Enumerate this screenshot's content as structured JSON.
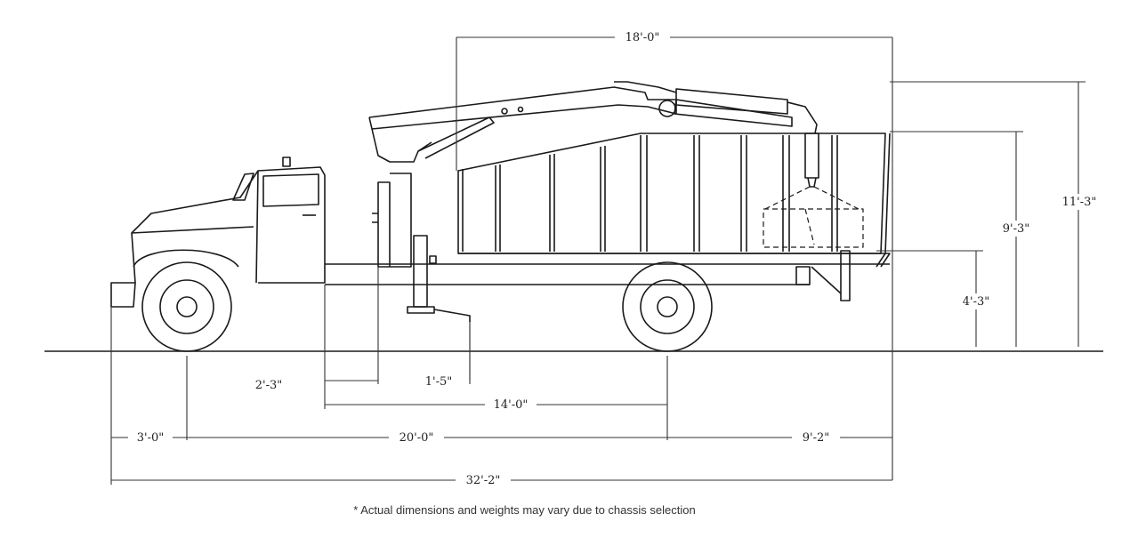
{
  "dimensions": {
    "body_length": "18'-0\"",
    "overall_height": "11'-3\"",
    "body_height": "9'-3\"",
    "frame_height": "4'-3\"",
    "cab_to_crane": "2'-3\"",
    "outrigger_offset": "1'-5\"",
    "cab_to_axle": "14'-0\"",
    "front_overhang": "3'-0\"",
    "wheelbase": "20'-0\"",
    "rear_overhang": "9'-2\"",
    "overall_length": "32'-2\""
  },
  "footnote": "* Actual dimensions and weights may vary due to chassis selection"
}
